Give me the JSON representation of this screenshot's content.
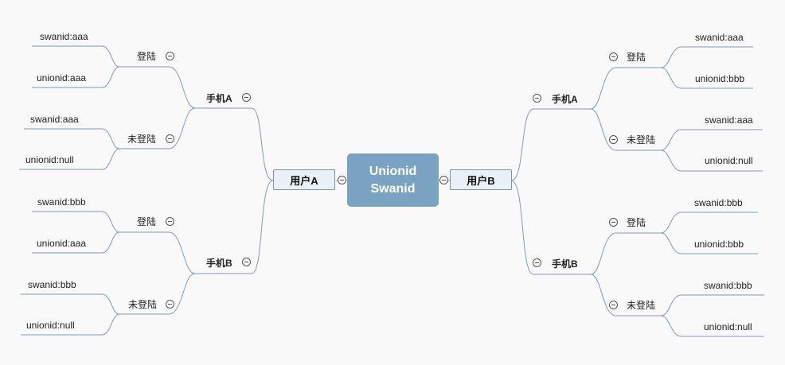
{
  "center": {
    "line1": "Unionid",
    "line2": "Swanid"
  },
  "users": {
    "left": "用户A",
    "right": "用户B"
  },
  "left": {
    "phoneA": {
      "label": "手机A",
      "login": {
        "label": "登陆",
        "top": "swanid:aaa",
        "bottom": "unionid:aaa"
      },
      "nologin": {
        "label": "未登陆",
        "top": "swanid:aaa",
        "bottom": "unionid:null"
      }
    },
    "phoneB": {
      "label": "手机B",
      "login": {
        "label": "登陆",
        "top": "swanid:bbb",
        "bottom": "unionid:aaa"
      },
      "nologin": {
        "label": "未登陆",
        "top": "swanid:bbb",
        "bottom": "unionid:null"
      }
    }
  },
  "right": {
    "phoneA": {
      "label": "手机A",
      "login": {
        "label": "登陆",
        "top": "swanid:aaa",
        "bottom": "unionid:bbb"
      },
      "nologin": {
        "label": "未登陆",
        "top": "swanid:aaa",
        "bottom": "unionid:null"
      }
    },
    "phoneB": {
      "label": "手机B",
      "login": {
        "label": "登陆",
        "top": "swanid:bbb",
        "bottom": "unionid:bbb"
      },
      "nologin": {
        "label": "未登陆",
        "top": "swanid:bbb",
        "bottom": "unionid:null"
      }
    }
  }
}
